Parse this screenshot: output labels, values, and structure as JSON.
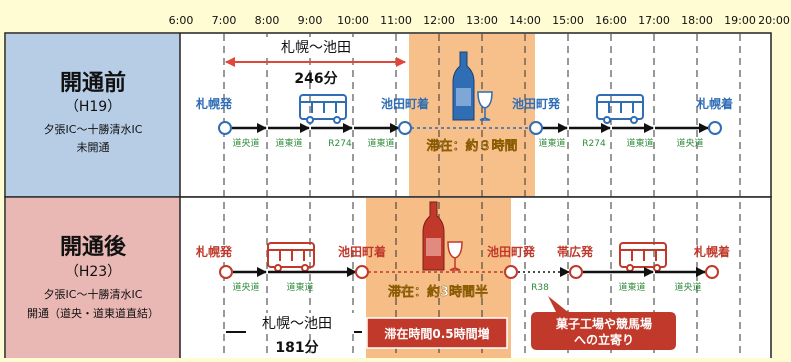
{
  "time_axis": [
    "6:00",
    "7:00",
    "8:00",
    "9:00",
    "10:00",
    "11:00",
    "12:00",
    "13:00",
    "14:00",
    "15:00",
    "16:00",
    "17:00",
    "18:00",
    "19:00",
    "20:00"
  ],
  "colors": {
    "background": "#fffbd2",
    "before_label_bg": "#b7cde5",
    "after_label_bg": "#e9b7b4",
    "before_stay_band": "#f7c08a",
    "after_stay_band": "#f6bd86",
    "blue": "#2f6db5",
    "red": "#c0392b",
    "road_green": "#2e8b3a"
  },
  "before": {
    "title": "開通前",
    "year": "（H19）",
    "desc1": "夕張IC～十勝清水IC",
    "desc2": "未開通",
    "bracket_route": "札幌～池田",
    "bracket_time": "246分",
    "stops": {
      "sapporo_dep": "札幌発",
      "ikeda_arr": "池田町着",
      "ikeda_dep": "池田町発",
      "sapporo_arr": "札幌着"
    },
    "roads1": [
      "道央道",
      "道東道",
      "R274",
      "道東道"
    ],
    "roads2": [
      "道東道",
      "R274",
      "道東道",
      "道央道"
    ],
    "stay": "滞在：約３時間"
  },
  "after": {
    "title": "開通後",
    "year": "（H23）",
    "desc1": "夕張IC～十勝清水IC",
    "desc2": "開通（道央・道東道直結）",
    "bracket_route": "札幌～池田",
    "bracket_time": "181分",
    "stops": {
      "sapporo_dep": "札幌発",
      "ikeda_arr": "池田町着",
      "ikeda_dep": "池田町発",
      "obihiro_dep": "帯広発",
      "sapporo_arr": "札幌着"
    },
    "roads1": [
      "道央道",
      "道東道"
    ],
    "road_mid": "R38",
    "roads2": [
      "道東道",
      "道央道"
    ],
    "stay": "滞在：約3時間半",
    "stay_increase": "滞在時間0.5時間増",
    "callout_line1": "菓子工場や競馬場",
    "callout_line2": "への立寄り"
  }
}
